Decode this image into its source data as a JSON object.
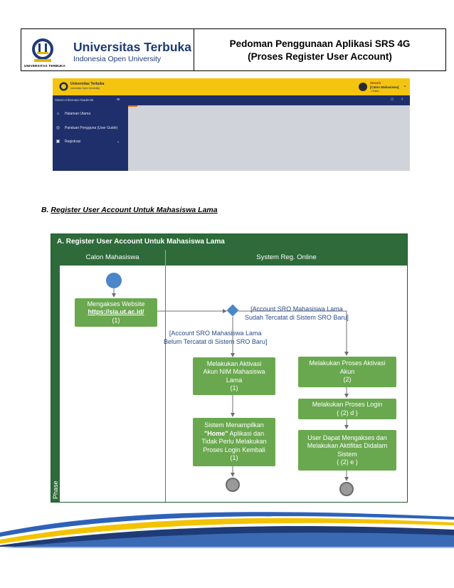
{
  "header": {
    "logo_name": "Universitas Terbuka",
    "logo_sub": "Indonesia Open University",
    "logo_caption": "UNIVERSITAS TERBUKA",
    "title_line1": "Pedoman Penggunaan Aplikasi SRS 4G",
    "title_line2": "(Proses Register User Account)"
  },
  "app": {
    "brand": "Universitas Terbuka",
    "brand_sub": "Indonesia Open University",
    "user_name": "dewafa",
    "user_role": "[Calon Mahasiswa]",
    "user_status": "- Online -",
    "sidebar_title": "Sistem Informasi Akademik",
    "menu": [
      {
        "icon": "home-icon",
        "label": "Halaman Utama"
      },
      {
        "icon": "guide-icon",
        "label": "Panduan Pengguna (User Guide)"
      },
      {
        "icon": "register-icon",
        "label": "Registrasi"
      }
    ],
    "colors": {
      "topbar": "#f4c40f",
      "sidebar": "#1f2f6b",
      "content": "#d0d4da"
    }
  },
  "section": {
    "prefix": "B.",
    "title": "Register User Account Untuk Mahasiswa Lama"
  },
  "diagram": {
    "title": "A. Register User Account Untuk Mahasiswa Lama",
    "phase_label": "Phase",
    "lanes": [
      "Calon Mahasiswa",
      "System Reg. Online"
    ],
    "n1": {
      "line1": "Mengakses Website",
      "link": "https://sia.ut.ac.id/",
      "line3": "(1)"
    },
    "guard_right": {
      "line1": "[Account SRO Mahasiswa Lama",
      "line2": "Sudah Tercatat di Sistem SRO Baru]"
    },
    "guard_left": {
      "line1": "[Account SRO Mahasiswa Lama",
      "line2": "Belum Tercatat di Sistem SRO Baru]"
    },
    "n2": {
      "line1": "Melakukan Aktivasi",
      "line2": "Akun NIM Mahasiswa",
      "line3": "Lama",
      "line4": "(1)"
    },
    "n3": {
      "line1": "Melakukan Proses Aktivasi",
      "line2": "Akun",
      "line3": "(2)"
    },
    "n4": {
      "line1": "Melakukan Proses Login",
      "line2": "( (2) d )"
    },
    "n5": {
      "line1": "Sistem Menampilkan",
      "line2b": "\"Home\"",
      "line2": " Aplikasi dan",
      "line3": "Tidak Perlu Melakukan",
      "line4": "Proses Login Kembali",
      "line5": "(1)"
    },
    "n6": {
      "line1": "User Dapat Mengakses dan",
      "line2": "Melakukan Aktifitas Didalam",
      "line3": "Sistem",
      "line4": "( (2) e )"
    },
    "colors": {
      "node": "#6aa84f",
      "header": "#2e6a3a",
      "start": "#4a86c8",
      "end": "#9a9a9a",
      "guard": "#2a4a8a"
    }
  }
}
